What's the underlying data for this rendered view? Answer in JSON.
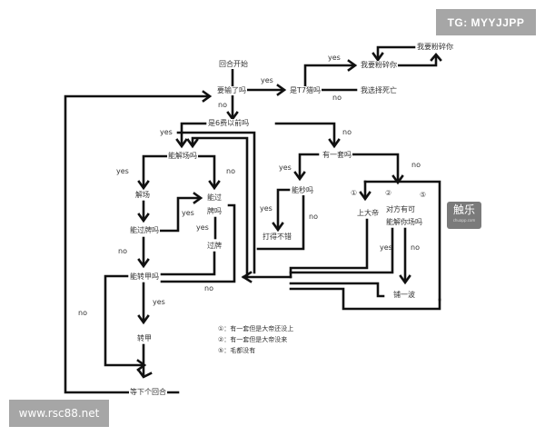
{
  "watermarks": {
    "tg": "TG: MYYJJPP",
    "url": "www.rsc88.net",
    "logo_main": "触乐",
    "logo_sub": "chuapp.com"
  },
  "nodes": {
    "round_start": "回合开始",
    "about_to_lose": "要输了吗",
    "is_t7": "是T7猎吗",
    "smash_you_1": "我要粉碎你",
    "smash_you_2": "我要粉碎你",
    "choose_death": "我选择死亡",
    "before_6_mana": "是6费以前吗",
    "can_clear": "能解场吗",
    "clear": "解场",
    "can_pass_1": "能过牌吗",
    "can_pass_2a": "能过",
    "can_pass_2b": "牌吗",
    "pass": "过牌",
    "can_armor": "能转甲吗",
    "armor": "转甲",
    "next_round": "等下个回合",
    "has_set": "有一套吗",
    "can_kill": "能秒吗",
    "played_well": "打得不错",
    "big_emperor": "上大帝",
    "opp_can_clear_a": "对方有可",
    "opp_can_clear_b": "能解你场吗",
    "gamble": "铺一波"
  },
  "edge_labels": {
    "yes_lose": "yes",
    "no_lose": "no",
    "yes_t7": "yes",
    "no_t7": "no",
    "yes_6": "yes",
    "no_6": "no",
    "yes_clear": "yes",
    "no_clear": "no",
    "yes_pass1": "yes",
    "no_pass1": "no",
    "yes_pass2": "yes",
    "no_pass2": "no",
    "yes_armor": "yes",
    "no_armor": "no",
    "yes_set": "yes",
    "no_set": "no",
    "yes_kill": "yes",
    "no_kill": "no",
    "yes_opp": "yes",
    "no_opp": "no"
  },
  "branch_markers": {
    "m1": "①",
    "m2": "②",
    "m5": "⑤"
  },
  "legend": [
    "①：有一套但是大帝还没上",
    "②：有一套但是大帝没来",
    "⑤：毛都没有"
  ]
}
